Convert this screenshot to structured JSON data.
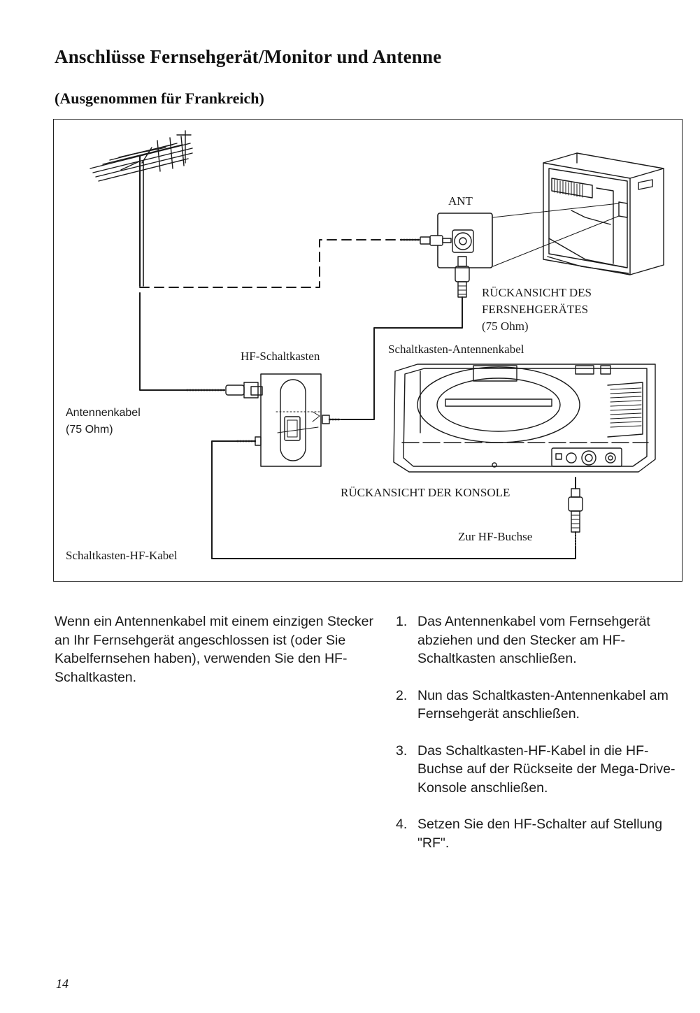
{
  "page": {
    "title": "Anschlüsse Fernsehgerät/Monitor und Antenne",
    "subtitle": "(Ausgenommen für Frankreich)",
    "page_number": "14"
  },
  "figure": {
    "labels": {
      "ant": "ANT",
      "tv_back_line1": "RÜCKANSICHT DES",
      "tv_back_line2": "FERSNEHGERÄTES",
      "tv_back_line3": "(75 Ohm)",
      "switchbox": "HF-Schaltkasten",
      "switchbox_antenna_cable": "Schaltkasten-Antennenkabel",
      "antenna_cable_line1": "Antennenkabel",
      "antenna_cable_line2": "(75 Ohm)",
      "console_back": "RÜCKANSICHT DER KONSOLE",
      "to_rf_jack": "Zur HF-Buchse",
      "switchbox_rf_cable": "Schaltkasten-HF-Kabel"
    },
    "icons": [
      "antenna-icon",
      "television-icon",
      "rf-switchbox-icon",
      "mega-drive-console-icon",
      "coax-plug-icon",
      "rca-plug-icon"
    ]
  },
  "intro": "Wenn ein Antennenkabel mit einem einzigen Stecker an Ihr Fernsehgerät angeschlossen ist (oder Sie Kabelfernsehen haben), verwenden Sie den HF-Schaltkasten.",
  "steps": [
    {
      "num": "1.",
      "text": "Das Antennenkabel vom Fernsehgerät abziehen und den Stecker am HF-Schaltkasten anschließen."
    },
    {
      "num": "2.",
      "text": "Nun das Schaltkasten-Antennenkabel am Fernsehgerät anschließen."
    },
    {
      "num": "3.",
      "text": "Das Schaltkasten-HF-Kabel in die HF-Buchse auf der Rückseite der Mega-Drive-Konsole anschließen."
    },
    {
      "num": "4.",
      "text": "Setzen Sie den HF-Schalter auf Stellung \"RF\"."
    }
  ]
}
